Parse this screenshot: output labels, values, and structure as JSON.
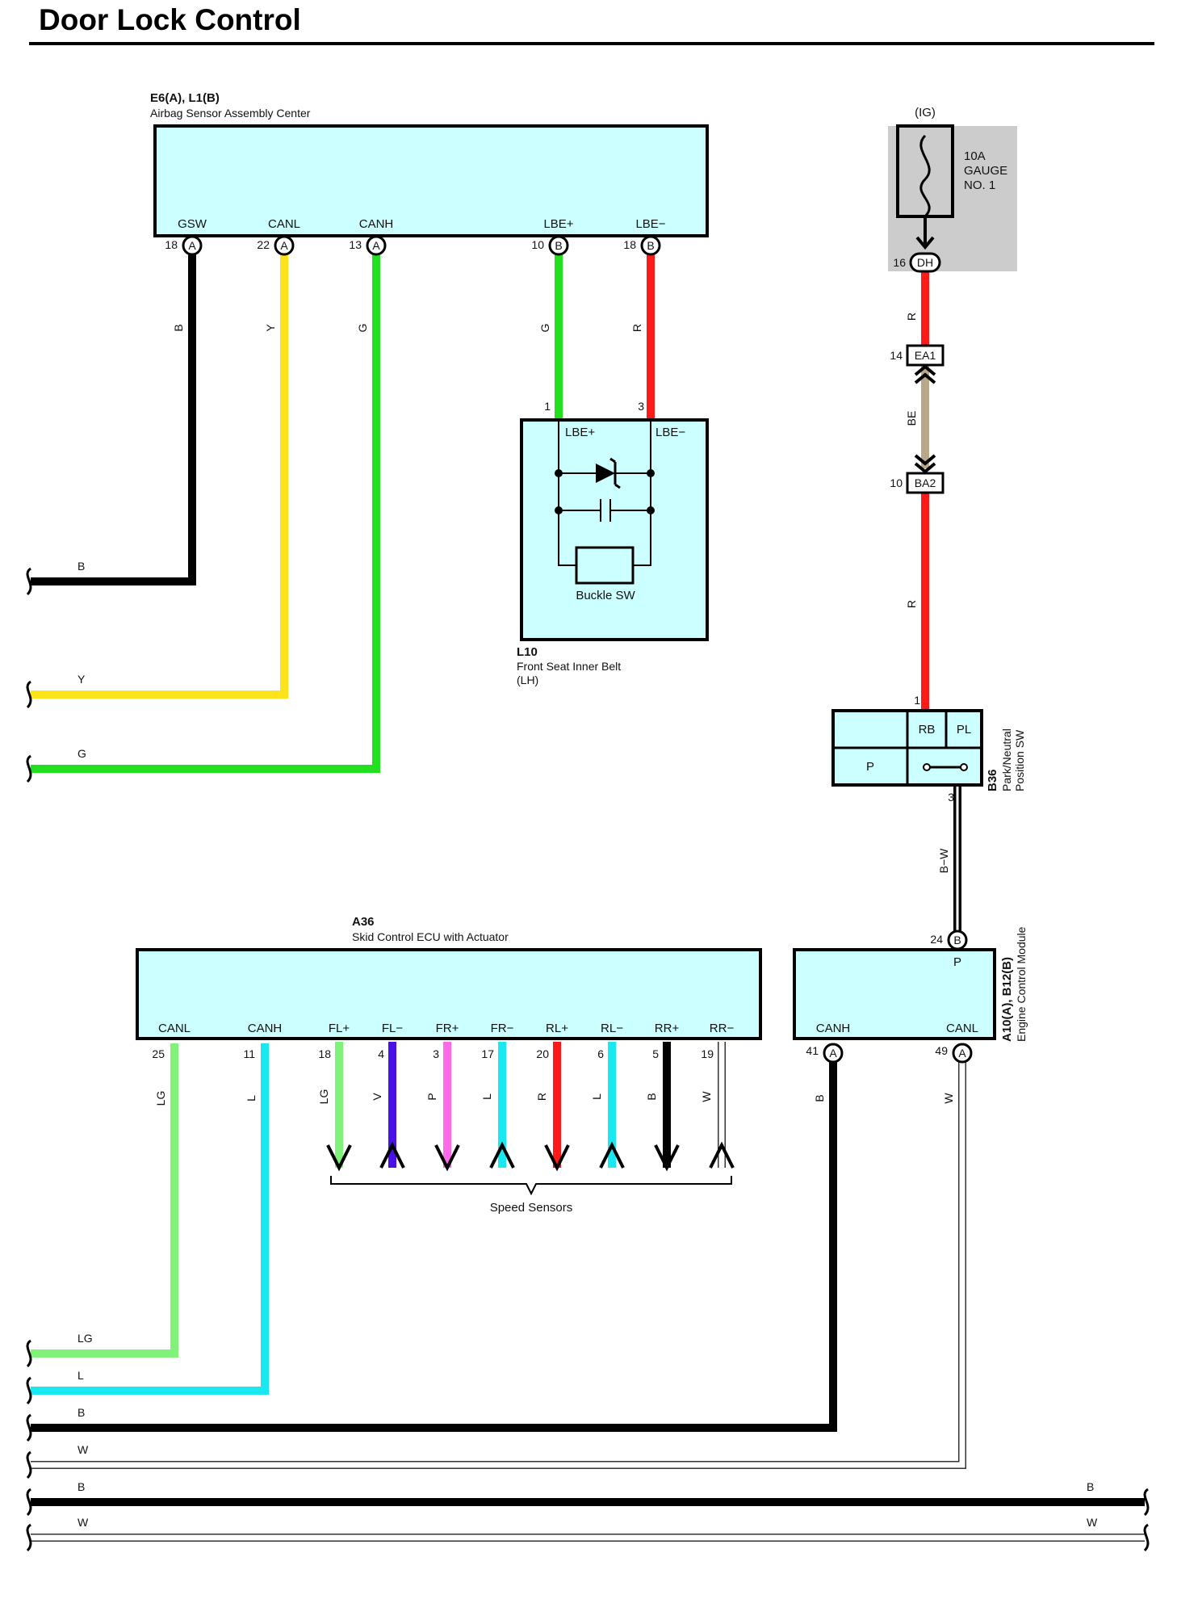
{
  "title": "Door Lock Control",
  "colors": {
    "B": "#000000",
    "Y": "#ffe31a",
    "G": "#22e01f",
    "R": "#ff1a1a",
    "BE": "#b8a88a",
    "LG": "#80f27a",
    "L": "#1ae8f0",
    "V": "#4a10e8",
    "P": "#ff6ae8",
    "W": "#ffffff",
    "box_fill": "#ccffff",
    "fuse_box": "#cccccc"
  },
  "airbag": {
    "ref": "E6(A), L1(B)",
    "name": "Airbag Sensor Assembly Center",
    "terminals": [
      {
        "name": "GSW",
        "pin": "18",
        "conn": "A",
        "wire": "B"
      },
      {
        "name": "CANL",
        "pin": "22",
        "conn": "A",
        "wire": "Y"
      },
      {
        "name": "CANH",
        "pin": "13",
        "conn": "A",
        "wire": "G"
      },
      {
        "name": "LBE+",
        "pin": "10",
        "conn": "B",
        "wire": "G"
      },
      {
        "name": "LBE−",
        "pin": "18",
        "conn": "B",
        "wire": "R"
      }
    ]
  },
  "belt": {
    "ref": "L10",
    "name": "Front Seat Inner Belt",
    "side": "(LH)",
    "term_plus": "LBE+",
    "term_minus": "LBE−",
    "pin_plus": "1",
    "pin_minus": "3",
    "switch": "Buckle SW"
  },
  "fuse": {
    "supply": "(IG)",
    "line1": "10A",
    "line2": "GAUGE",
    "line3": "NO. 1",
    "pin": "16",
    "conn": "DH"
  },
  "fuse_wires": {
    "w1": "R",
    "w2": "BE",
    "w3": "R",
    "w4": "B−W"
  },
  "connectors": {
    "ea1": {
      "pin": "14",
      "name": "EA1"
    },
    "ba2": {
      "pin": "10",
      "name": "BA2"
    }
  },
  "pnp": {
    "ref": "B36",
    "name1": "Park/Neutral",
    "name2": "Position SW",
    "rb": "RB",
    "pl": "PL",
    "p": "P",
    "pin_in": "1",
    "pin_out": "3"
  },
  "ecm": {
    "ref": "A10(A), B12(B)",
    "name": "Engine Control Module",
    "p_pin": "24",
    "p_conn": "B",
    "p_label": "P",
    "canh": "CANH",
    "canh_pin": "41",
    "canh_conn": "A",
    "canh_wire": "B",
    "canl": "CANL",
    "canl_pin": "49",
    "canl_conn": "A",
    "canl_wire": "W"
  },
  "skid": {
    "ref": "A36",
    "name": "Skid Control ECU with Actuator",
    "can": [
      {
        "name": "CANL",
        "pin": "25",
        "wire": "LG"
      },
      {
        "name": "CANH",
        "pin": "11",
        "wire": "L"
      }
    ],
    "sensors": [
      {
        "name": "FL+",
        "pin": "18",
        "wire": "LG",
        "dir": "down"
      },
      {
        "name": "FL−",
        "pin": "4",
        "wire": "V",
        "dir": "up"
      },
      {
        "name": "FR+",
        "pin": "3",
        "wire": "P",
        "dir": "down"
      },
      {
        "name": "FR−",
        "pin": "17",
        "wire": "L",
        "dir": "up"
      },
      {
        "name": "RL+",
        "pin": "20",
        "wire": "R",
        "dir": "down"
      },
      {
        "name": "RL−",
        "pin": "6",
        "wire": "L",
        "dir": "up"
      },
      {
        "name": "RR+",
        "pin": "5",
        "wire": "B",
        "dir": "down"
      },
      {
        "name": "RR−",
        "pin": "19",
        "wire": "W",
        "dir": "up"
      }
    ],
    "speed_sensors": "Speed Sensors"
  },
  "bus_left": [
    {
      "label": "B"
    },
    {
      "label": "Y"
    },
    {
      "label": "G"
    },
    {
      "label": "LG"
    },
    {
      "label": "L"
    },
    {
      "label": "B"
    },
    {
      "label": "W"
    },
    {
      "label": "B"
    },
    {
      "label": "W"
    }
  ],
  "bus_right": [
    {
      "label": "B"
    },
    {
      "label": "W"
    }
  ]
}
